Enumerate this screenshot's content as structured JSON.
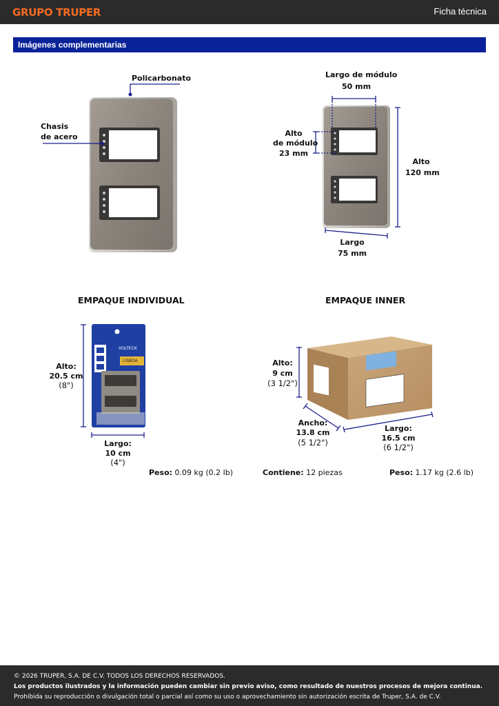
{
  "header": {
    "brand": "GRUPO TRUPER",
    "doc_type": "Ficha técnica"
  },
  "section": {
    "title": "Imágenes complementarias"
  },
  "product": {
    "material_label": "Policarbonato",
    "chassis_label_1": "Chasis",
    "chassis_label_2": "de acero"
  },
  "dimensions": {
    "module_length_label": "Largo de módulo",
    "module_length_value": "50 mm",
    "module_height_label_1": "Alto",
    "module_height_label_2": "de módulo",
    "module_height_value": "23 mm",
    "height_label": "Alto",
    "height_value": "120 mm",
    "length_label": "Largo",
    "length_value": "75 mm"
  },
  "individual_pack": {
    "title": "EMPAQUE INDIVIDUAL",
    "height_label": "Alto:",
    "height_value": "20.5 cm",
    "height_inches": "(8\")",
    "length_label": "Largo:",
    "length_value": "10 cm",
    "length_inches": "(4\")",
    "weight_label": "Peso:",
    "weight_value": "0.09 kg (0.2 lb)",
    "brand_text": "VOLTECK",
    "line_text": "LISBOA"
  },
  "inner_pack": {
    "title": "EMPAQUE INNER",
    "height_label": "Alto:",
    "height_value": "9 cm",
    "height_inches": "(3 1/2\")",
    "width_label": "Ancho:",
    "width_value": "13.8 cm",
    "width_inches": "(5 1/2\")",
    "length_label": "Largo:",
    "length_value": "16.5 cm",
    "length_inches": "(6 1/2\")",
    "contains_label": "Contiene:",
    "contains_value": "12 piezas",
    "weight_label": "Peso:",
    "weight_value": "1.17 kg (2.6 lb)"
  },
  "footer": {
    "copyright": "© 2026 TRUPER, S.A. DE C.V. TODOS LOS DERECHOS RESERVADOS.",
    "notice": "Los productos ilustrados y la información pueden cambiar sin previo aviso, como resultado de nuestros procesos de mejora continua.",
    "legal": "Prohibida su reproducción o divulgación total o parcial así como su uso o aprovechamiento sin autorización escrita de Truper, S.A. de C.V."
  },
  "colors": {
    "brand_orange": "#f26b21",
    "section_blue": "#0a2299",
    "dimension_line": "#1a1f8c",
    "dark_bar": "#2b2b2b"
  }
}
